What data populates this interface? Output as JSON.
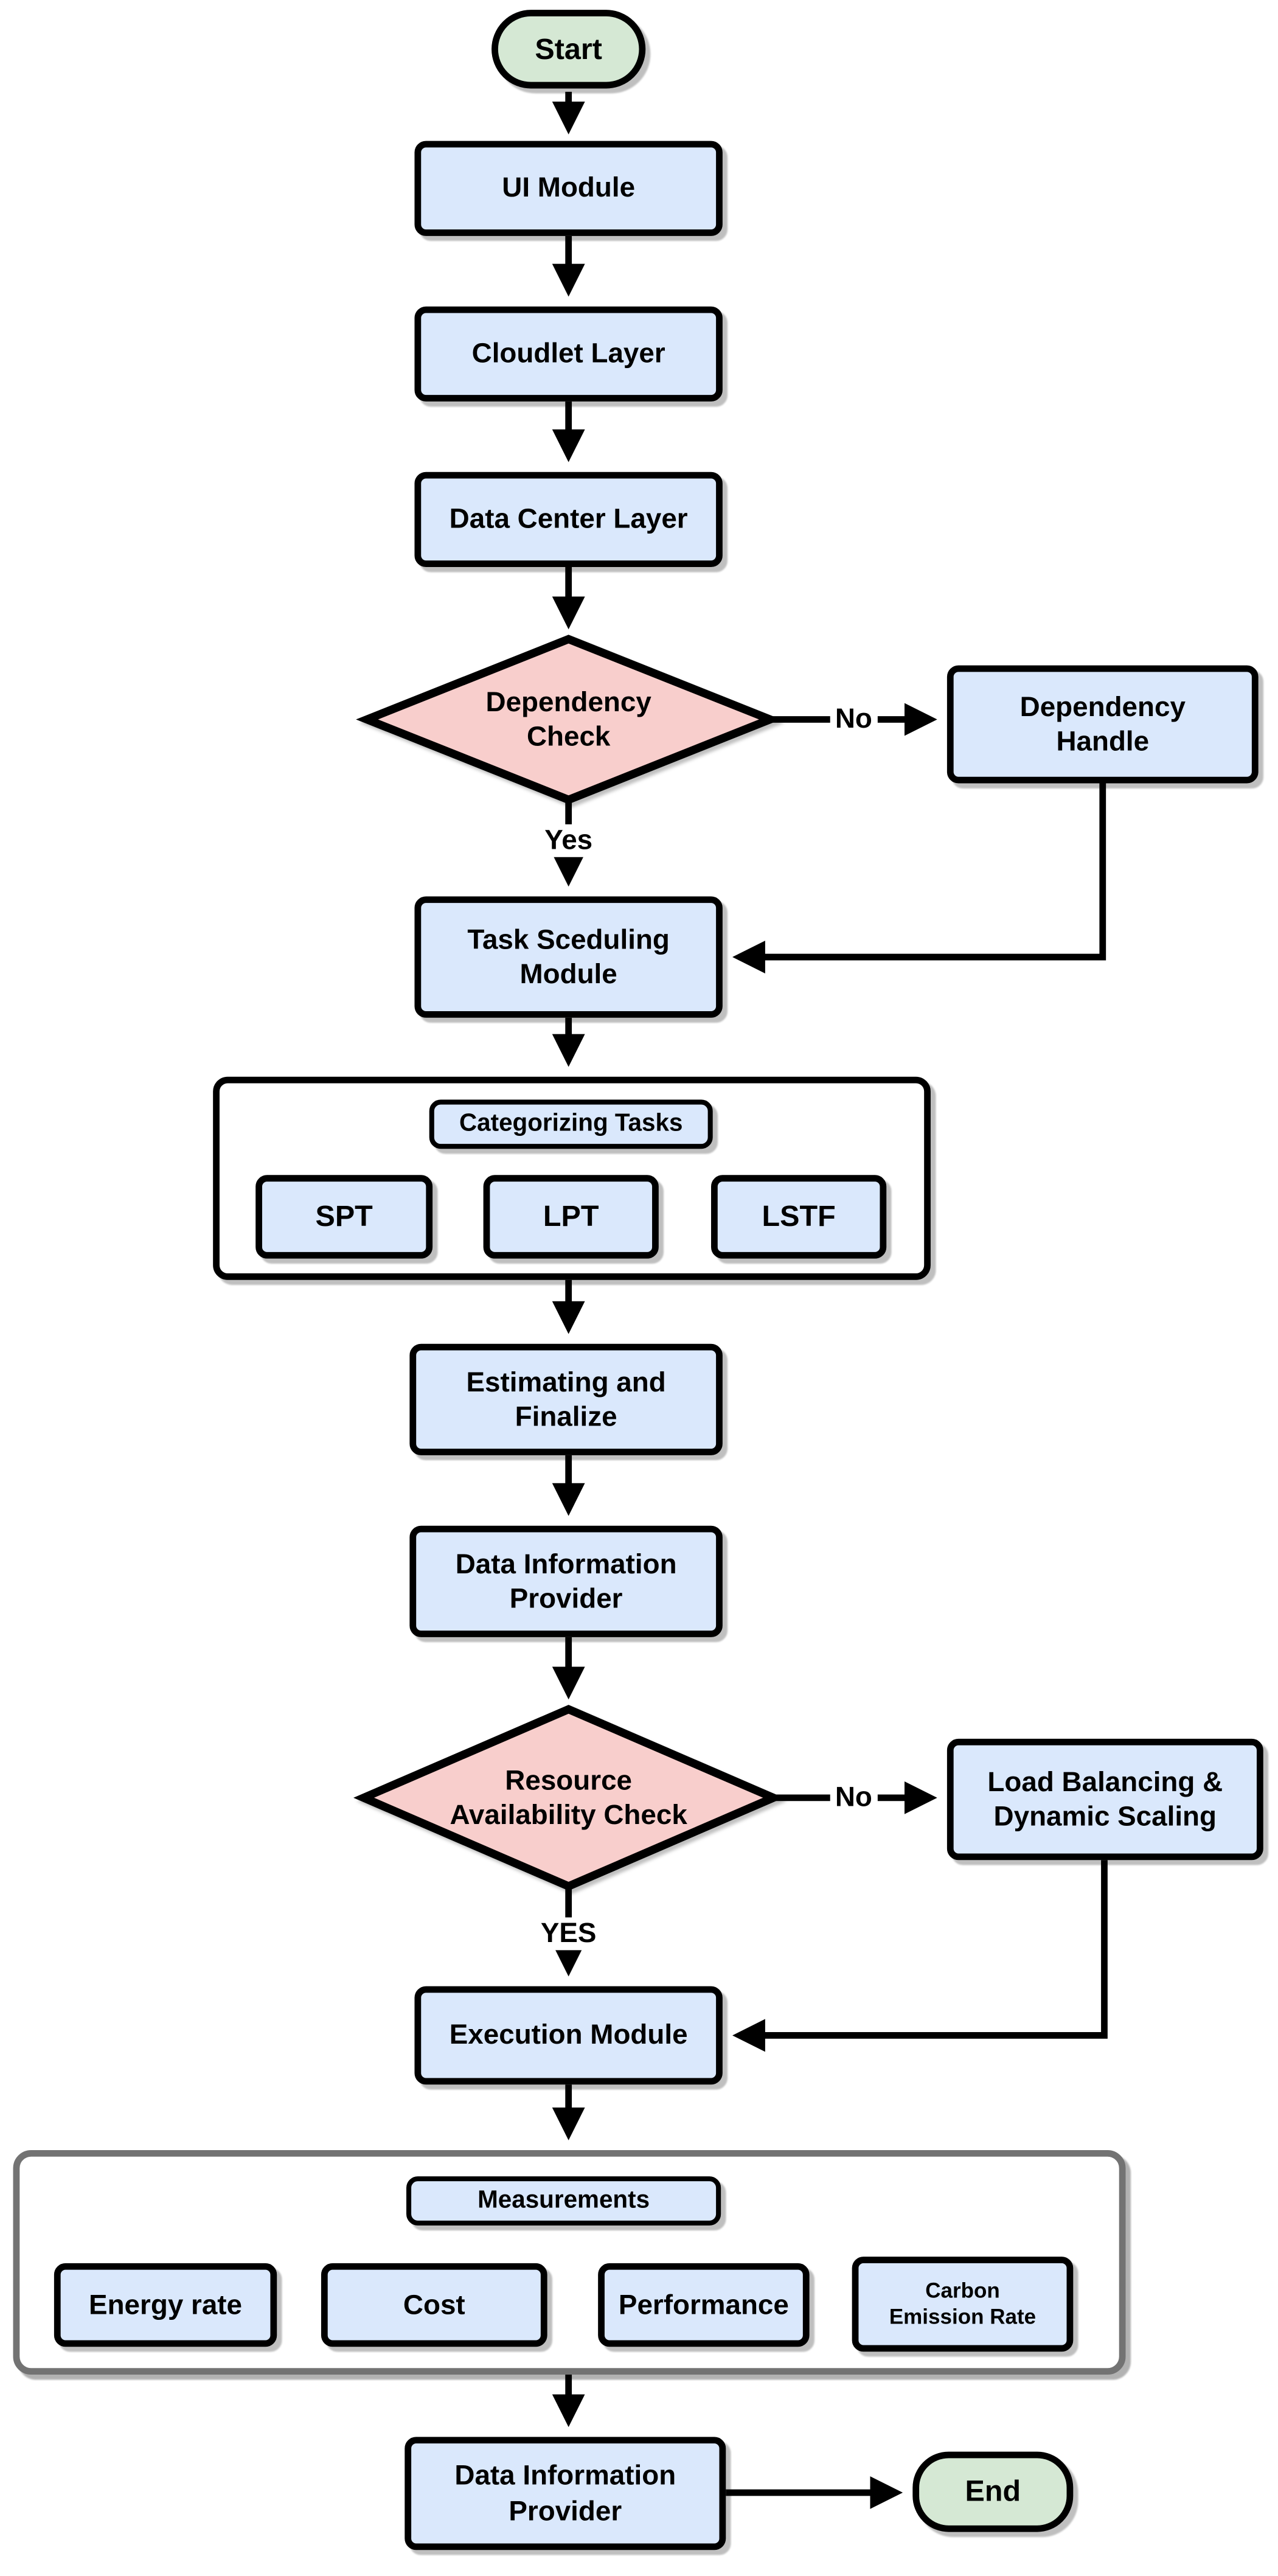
{
  "diagram": {
    "nodes": {
      "start": "Start",
      "ui_module": "UI Module",
      "cloudlet_layer": "Cloudlet Layer",
      "data_center_layer": "Data Center Layer",
      "dependency_check": "Dependency\nCheck",
      "dependency_handle": "Dependency\nHandle",
      "task_scheduling_module": "Task Sceduling\nModule",
      "categorizing_tasks": "Categorizing Tasks",
      "spt": "SPT",
      "lpt": "LPT",
      "lstf": "LSTF",
      "estimating_finalize": "Estimating and\nFinalize",
      "data_information_provider_1": "Data Information\nProvider",
      "resource_availability_check": "Resource\nAvailability Check",
      "load_balancing": "Load Balancing &\nDynamic Scaling",
      "execution_module": "Execution Module",
      "measurements": "Measurements",
      "energy_rate": "Energy rate",
      "cost": "Cost",
      "performance": "Performance",
      "carbon_emission_rate": "Carbon\nEmission Rate",
      "data_information_provider_2": "Data Information\nProvider",
      "end": "End"
    },
    "edge_labels": {
      "dependency_no": "No",
      "dependency_yes": "Yes",
      "resource_no": "No",
      "resource_yes": "YES"
    },
    "colors": {
      "process_fill": "#dae8fc",
      "decision_fill": "#f8cecc",
      "terminal_fill": "#d5e8d4",
      "stroke": "#000000",
      "group_border": "#737373",
      "background": "#ffffff"
    }
  }
}
